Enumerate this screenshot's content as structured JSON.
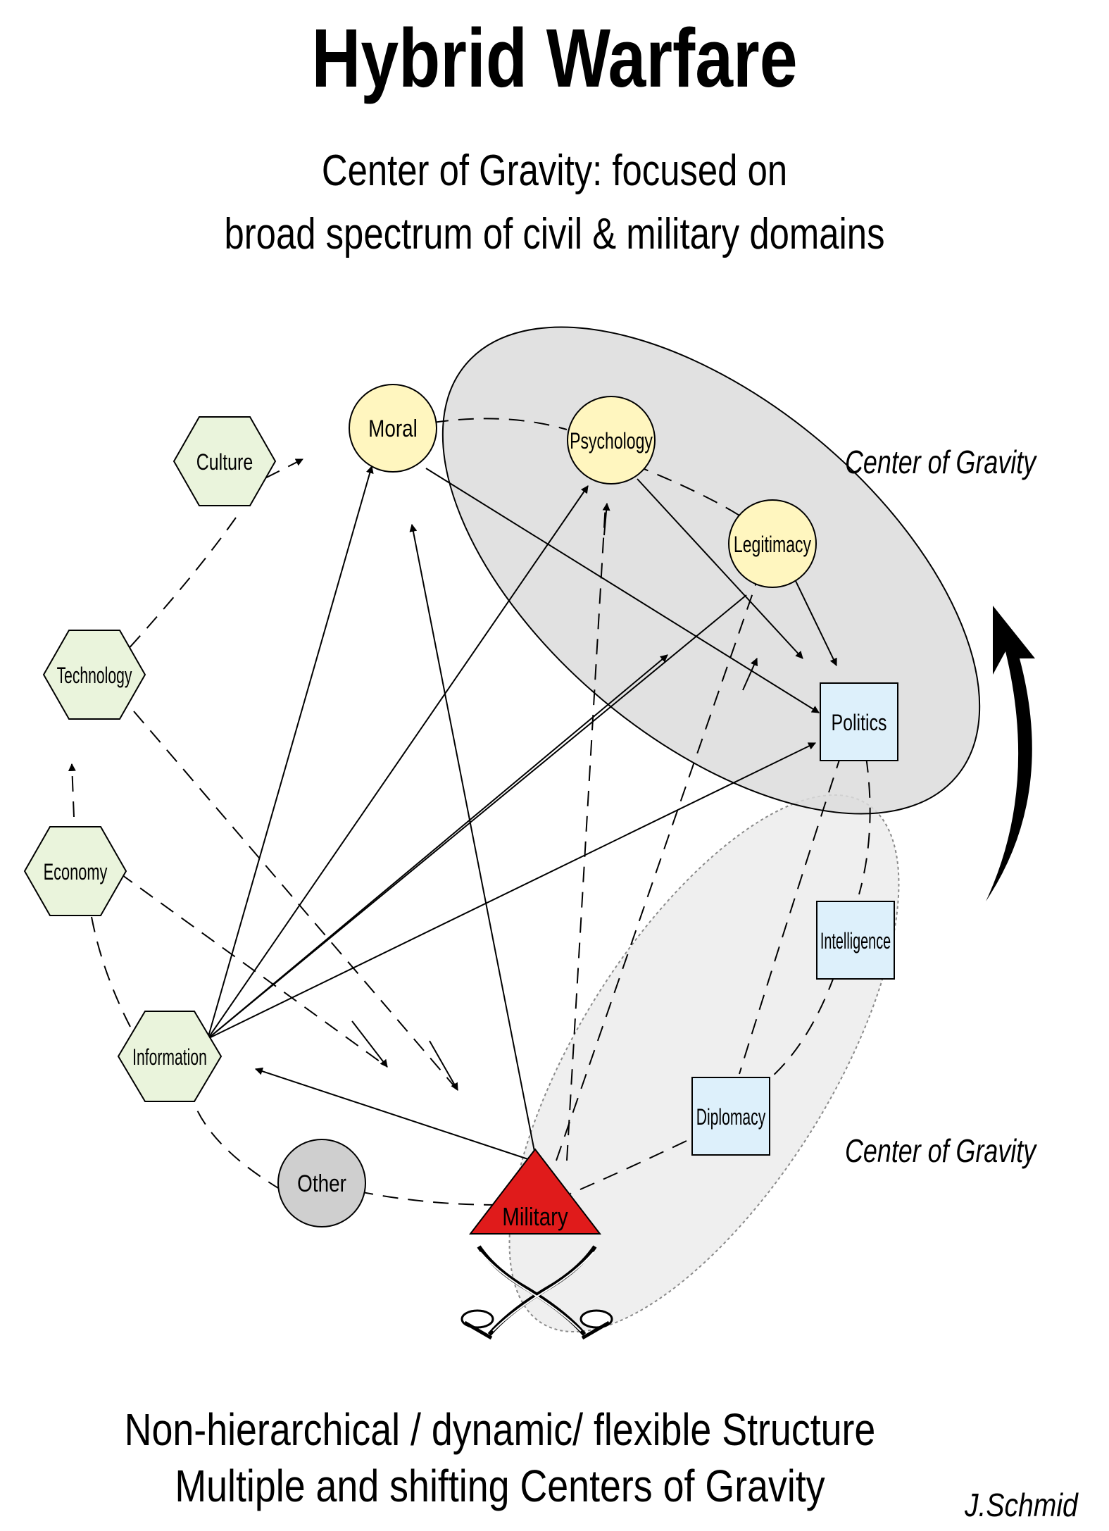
{
  "title": "Hybrid Warfare",
  "subtitle": {
    "line1": "Center of Gravity: focused on",
    "line2": "broad spectrum of civil & military domains"
  },
  "cog_labels": {
    "upper": "Center of Gravity",
    "lower": "Center of Gravity"
  },
  "nodes": {
    "moral": "Moral",
    "psychology": "Psychology",
    "legitimacy": "Legitimacy",
    "politics": "Politics",
    "intelligence": "Intelligence",
    "diplomacy": "Diplomacy",
    "military": "Military",
    "other": "Other",
    "information": "Information",
    "economy": "Economy",
    "technology": "Technology",
    "culture": "Culture"
  },
  "footer": {
    "line1": "Non-hierarchical / dynamic/ flexible Structure",
    "line2": "Multiple and shifting Centers of Gravity"
  },
  "author": "J.Schmid",
  "colors": {
    "value_node_fill": "#fff6bf",
    "domain_hex_fill": "#eaf4dc",
    "instrument_box_fill": "#ddf0fb",
    "military_fill": "#e01b1b",
    "other_fill": "#cfcfcf",
    "cog_upper_fill": "#dcdcdc",
    "cog_lower_fill": "#efefef"
  },
  "icons": [
    "crossed-sabres-icon",
    "curved-arrow-icon"
  ]
}
